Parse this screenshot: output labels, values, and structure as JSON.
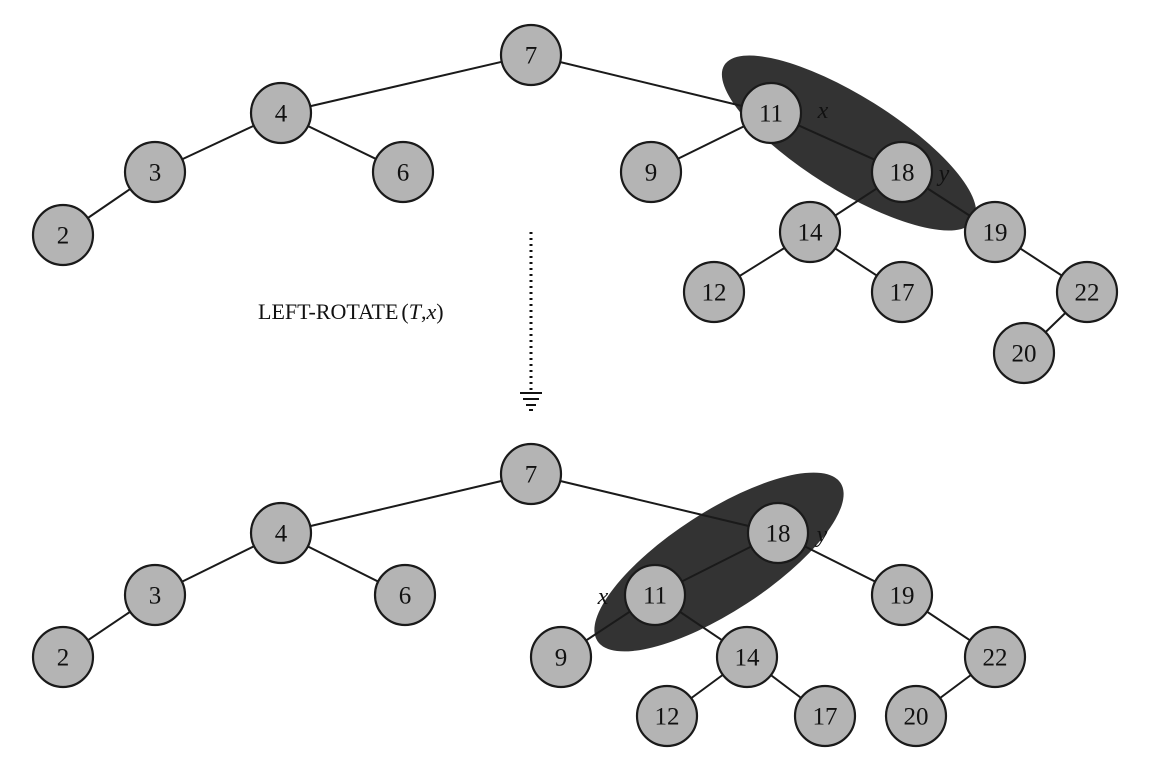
{
  "operation": {
    "name": "LEFT-ROTATE",
    "open": "(",
    "arg_tree": "T",
    "sep": ",",
    "arg_node": "x",
    "close": ")"
  },
  "before": {
    "nodes": [
      {
        "id": "7",
        "label": "7"
      },
      {
        "id": "4",
        "label": "4"
      },
      {
        "id": "3",
        "label": "3"
      },
      {
        "id": "6",
        "label": "6"
      },
      {
        "id": "2",
        "label": "2"
      },
      {
        "id": "11",
        "label": "11"
      },
      {
        "id": "9",
        "label": "9"
      },
      {
        "id": "18",
        "label": "18"
      },
      {
        "id": "14",
        "label": "14"
      },
      {
        "id": "19",
        "label": "19"
      },
      {
        "id": "12",
        "label": "12"
      },
      {
        "id": "17",
        "label": "17"
      },
      {
        "id": "22",
        "label": "22"
      },
      {
        "id": "20",
        "label": "20"
      }
    ],
    "edges": [
      [
        "7",
        "4"
      ],
      [
        "7",
        "11"
      ],
      [
        "4",
        "3"
      ],
      [
        "4",
        "6"
      ],
      [
        "3",
        "2"
      ],
      [
        "11",
        "9"
      ],
      [
        "11",
        "18"
      ],
      [
        "18",
        "14"
      ],
      [
        "18",
        "19"
      ],
      [
        "14",
        "12"
      ],
      [
        "14",
        "17"
      ],
      [
        "19",
        "22"
      ],
      [
        "22",
        "20"
      ]
    ],
    "marks": [
      {
        "node": "11",
        "label": "x"
      },
      {
        "node": "18",
        "label": "y"
      }
    ]
  },
  "after": {
    "nodes": [
      {
        "id": "7",
        "label": "7"
      },
      {
        "id": "4",
        "label": "4"
      },
      {
        "id": "3",
        "label": "3"
      },
      {
        "id": "6",
        "label": "6"
      },
      {
        "id": "2",
        "label": "2"
      },
      {
        "id": "18",
        "label": "18"
      },
      {
        "id": "11",
        "label": "11"
      },
      {
        "id": "19",
        "label": "19"
      },
      {
        "id": "9",
        "label": "9"
      },
      {
        "id": "14",
        "label": "14"
      },
      {
        "id": "22",
        "label": "22"
      },
      {
        "id": "12",
        "label": "12"
      },
      {
        "id": "17",
        "label": "17"
      },
      {
        "id": "20",
        "label": "20"
      }
    ],
    "edges": [
      [
        "7",
        "4"
      ],
      [
        "7",
        "18"
      ],
      [
        "4",
        "3"
      ],
      [
        "4",
        "6"
      ],
      [
        "3",
        "2"
      ],
      [
        "18",
        "11"
      ],
      [
        "18",
        "19"
      ],
      [
        "11",
        "9"
      ],
      [
        "11",
        "14"
      ],
      [
        "14",
        "12"
      ],
      [
        "14",
        "17"
      ],
      [
        "19",
        "22"
      ],
      [
        "22",
        "20"
      ]
    ],
    "marks": [
      {
        "node": "18",
        "label": "y"
      },
      {
        "node": "11",
        "label": "x"
      }
    ]
  }
}
